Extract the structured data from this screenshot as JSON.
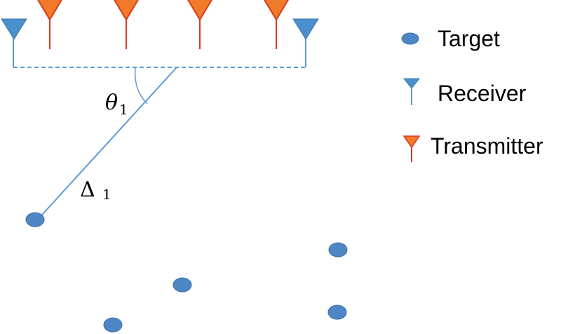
{
  "colors": {
    "target": "#4F86C6",
    "target_stroke": "#3E6FA8",
    "receiver": "#4A90CC",
    "transmitter_fill": "#F07A2A",
    "transmitter_stroke": "#D83A1C",
    "line": "#5B9BD5"
  },
  "labels": {
    "theta_symbol": "θ",
    "theta_sub": "1",
    "delta_symbol": "Δ",
    "delta_sub": "1"
  },
  "legend": {
    "target": "Target",
    "receiver": "Receiver",
    "transmitter": "Transmitter"
  }
}
